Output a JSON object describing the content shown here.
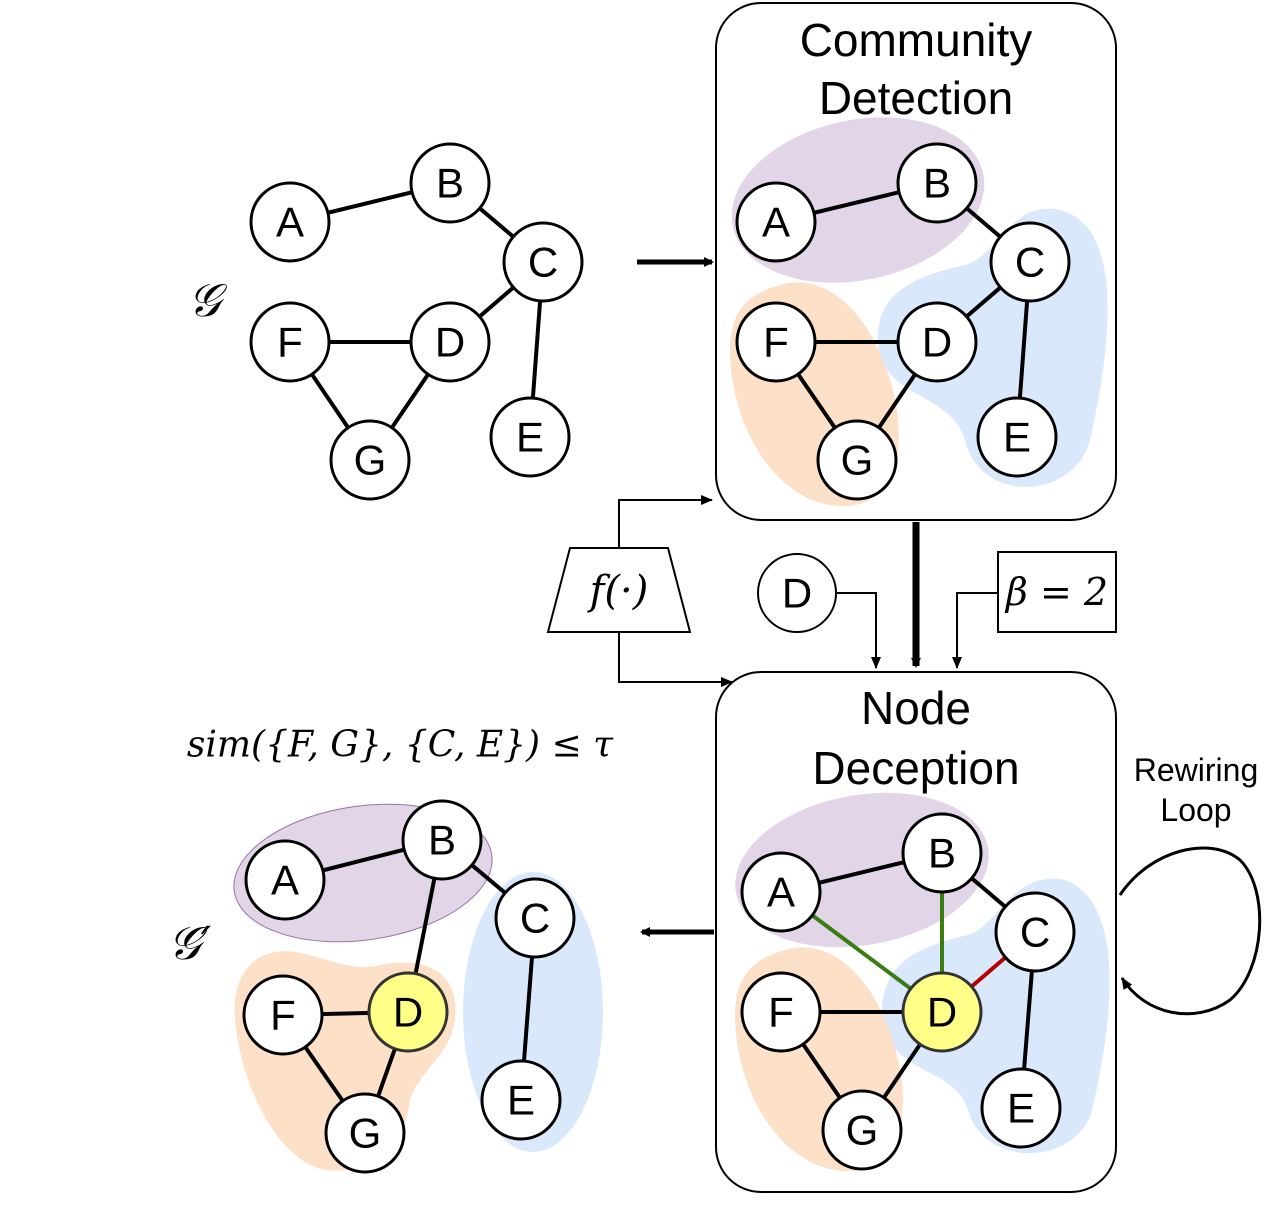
{
  "graph_label": "𝒢",
  "graph_prime_label": "𝒢′",
  "community_detection": {
    "line1": "Community",
    "line2": "Detection"
  },
  "node_deception": {
    "line1": "Node",
    "line2": "Deception"
  },
  "rewiring_loop": {
    "line1": "Rewiring",
    "line2": "Loop"
  },
  "function_label": "f(·)",
  "target_node_label": "D",
  "beta_label": "β = 2",
  "similarity_label": "sim({F, G}, {C, E}) ≤ τ",
  "nodes": {
    "A": "A",
    "B": "B",
    "C": "C",
    "D": "D",
    "E": "E",
    "F": "F",
    "G": "G"
  },
  "colors": {
    "community_purple": "#e1d5e7",
    "community_orange": "#fde0c8",
    "community_blue": "#dae8fc",
    "target_node_fill": "#ffff88",
    "added_edge": "#3a7d12",
    "removed_edge": "#b20000"
  }
}
